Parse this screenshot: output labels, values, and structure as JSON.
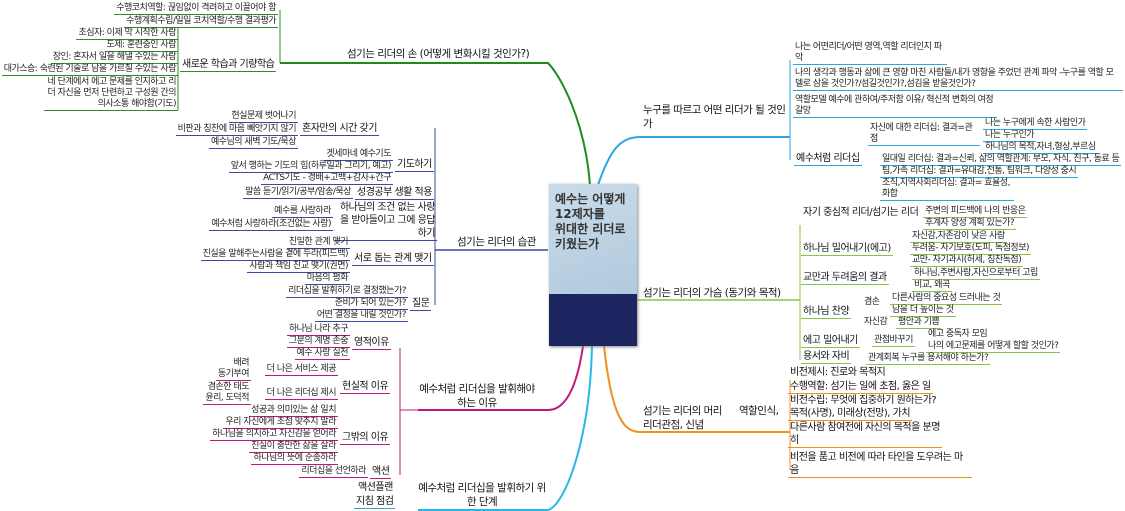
{
  "center": {
    "title": "예수는 어떻게\n12제자를\n위대한 리더로\n키웠는가"
  },
  "hand": {
    "label": "섬기는 리더의 손  (어떻게 변화시킬 것인가?)",
    "learning": "새로운 학습과 기량학습",
    "coach1": "수행코치역할: 끊임없이 격려하고 이끌어야 함",
    "coach2": "수행계획수립/일일 코치역할/수행 결과평가",
    "stages": [
      "초심자: 이제 막 시작한 사람",
      "도제: 훈련중인 사람",
      "장인: 혼자서 일을 해낼 수있는 사람",
      "대가스승: 숙련된 기술로 남을 가르칠 수있는 사람"
    ],
    "note": "네 단계에서 에고 문제를 인지하고 리더 자신을 먼저 단련하고 구성원 간의 의사소통 해야함(기도)"
  },
  "habits": {
    "label": "섬기는 리더의 습관",
    "solitude": {
      "label": "혼자만의 시간 갖기",
      "items": [
        "현실문제 벗어나기",
        "비판과 칭찬에 마음 빼앗기지 않기",
        "예수님의 새벽 기도/묵상"
      ]
    },
    "prayer": {
      "label": "기도하기",
      "items": [
        "겟세마네 예수기도",
        "앞서 행하는 기도의 힘(하루일과 그리기, 예고)",
        "ACTS기도 - 경배+고백+감사+간구"
      ]
    },
    "bible": {
      "label": "성경공부 생활 적용",
      "items": [
        "말씀 듣기/읽기/공부/암송/묵상"
      ]
    },
    "love": {
      "label": "하나님의 조건 없는 사랑을 받아들이고 그에 응답하기",
      "items": [
        "예수를 사랑하라",
        "예수처럼 사랑하라(조건없는 사랑)"
      ]
    },
    "relations": {
      "label": "서로 돕는 관계 맺기",
      "items": [
        "친밀한 관계 맺기",
        "진실을 말해주는사람을 곁에 두라(피드백)",
        "사람과 책임 친교 맺기(권면)",
        "마음의 평화"
      ]
    },
    "questions": {
      "label": "질문",
      "items": [
        "리더십을 발휘하기로 결정했는가?",
        "준비가 되어 있는가?",
        "어떤 결정을 내릴 것인가?"
      ]
    }
  },
  "reasons": {
    "label": "예수처럼 리더십을 발휘해야 하는 이유",
    "spiritual": {
      "label": "영적이유",
      "items": [
        "하나님 나라 추구",
        "그분의 계명 존중",
        "예수 사랑 실천"
      ]
    },
    "practical": {
      "label": "현실적 이유",
      "service": "더 나은 서비스 제공",
      "service_sub": [
        "배려",
        "동기부여"
      ],
      "leadership": "더 나은 리더십 제시",
      "leadership_sub": [
        "겸손한 태도",
        "윤리, 도덕적"
      ],
      "success": "성공과 의미있는 삶 일치"
    },
    "other": {
      "label": "그밖의 이유",
      "items": [
        "우리 자신에게 초점 맞추지 말라",
        "하나님을 의지하고 자신감을 얻어라",
        "진실이 충만한 삶을 살라",
        "하나님의 뜻에 순종하라"
      ]
    },
    "action": {
      "label": "액션",
      "items": [
        "리더십을 선언하라"
      ]
    }
  },
  "steps": {
    "label": "예수처럼 리더십을 발휘하기 위한 단계",
    "items": [
      "액션플랜",
      "지침 점검"
    ]
  },
  "follow": {
    "label": "누구를 따르고 어떤 리더가 될 것인가",
    "items": [
      "나는 어떤리더/어떤 영역,역할 리더인지 파악",
      "나의 생각과 행동과 삶에 큰 영향 마친 사람들/내가 영향을 주었던 관계 파악 -누구를 역할 모델로 삼을 것인가?/섬길것인가?,섬김을 받을것인가?",
      "역할모델 예수에 관하여/주저함 이유/ 혁신적 변화의 여정갈망"
    ],
    "jesus": {
      "label": "예수처럼 리더십",
      "self": "자신에 대한 리더십: 결과=관점",
      "self_items": [
        "나는 누구에게 속한 사람인가",
        "나는 누구인가",
        "하나님의 목적,자녀,형상,부르심"
      ],
      "others": [
        "일대일 리더십: 결과=신뢰, 삶의 역할관계: 부모, 자식, 친구, 동료 등",
        "팀,가족 리더십: 결과=유대감,전통, 팀워크, 다양성 중시",
        "조직,지역사회리더십: 결과= 효율성, 화합"
      ]
    }
  },
  "heart": {
    "label": "섬기는 리더의 가슴 (동기와 목적)",
    "selfcentered": {
      "label": "자기 중심적 리더/섬기는 리더",
      "items": [
        "주변의 피드백에 나의 반응은",
        "후계자 양성 계획 있는가?"
      ]
    },
    "ego": {
      "label": "하나님 밀어내기(에고)",
      "items": [
        "자신감,자존감이 낮은 사람",
        "두려움- 자기보호(도피, 독점정보)",
        "교만- 자기과시(허세, 칭찬독점)"
      ]
    },
    "result": {
      "label": "교만과 두려움의 결과",
      "items": [
        "하나님,주변사람,자신으로부터 고립",
        "비교, 왜곡"
      ]
    },
    "praise": {
      "label": "하나님 찬양",
      "humility": "겸손",
      "humility_items": [
        "다른사람의 중요성 드러내는 것",
        "남을 더 높이는 것"
      ],
      "confidence": "자신감",
      "confidence_items": [
        "평안과 기쁨"
      ]
    },
    "pushego": {
      "label": "에고 밀어내기",
      "sub": "관점바꾸기",
      "items": [
        "에고 중독자 모임",
        "나의 에고문제를 어떻게 할할 것인가?"
      ]
    },
    "forgive": {
      "label": "용서와 자비",
      "items": [
        "관계회복 누구를 용서해야 하는가?"
      ]
    }
  },
  "head": {
    "label": "섬기는 리더의 머리      역할인식, 리더관점, 신념",
    "items": [
      "비전제시: 진로와 목적지",
      "수행역할: 섬기는 일에 초점, 옳은 일",
      "비전수립: 무엇에 집중하기 원하는가?",
      "목적(사명), 미래상(전망), 가치",
      "다른사람 참여전에 자신의 목적을 분명히",
      "비전을 품고 비전에 따라 타인을 도우려는 마음"
    ]
  }
}
